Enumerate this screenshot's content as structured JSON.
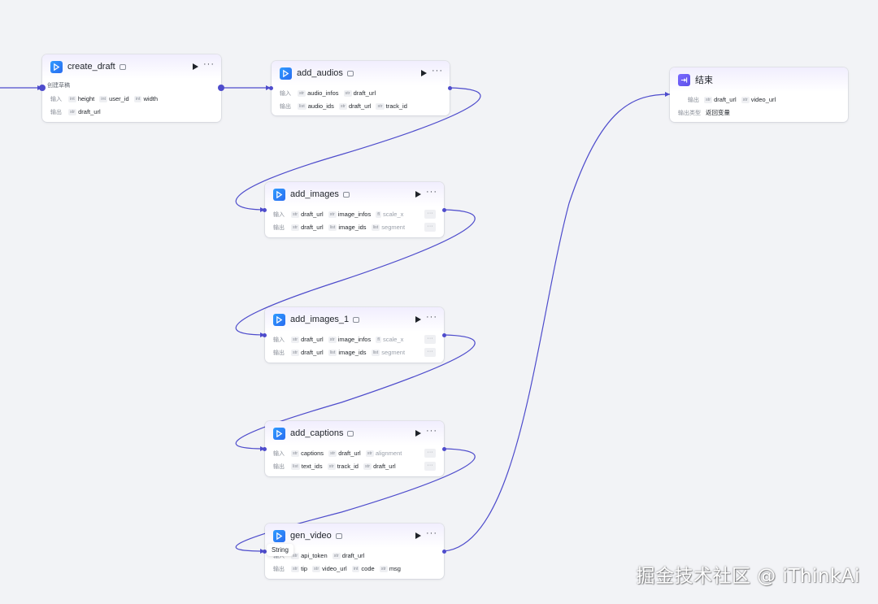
{
  "colors": {
    "edge": "#4e4ccc",
    "canvas": "#f2f3f6"
  },
  "labels": {
    "input": "输入",
    "output": "输出",
    "output_type": "输出类型"
  },
  "nodes": {
    "create_draft": {
      "title": "create_draft",
      "description": "创建草稿",
      "inputs": [
        {
          "type": "int",
          "name": "height"
        },
        {
          "type": "int",
          "name": "user_id"
        },
        {
          "type": "int",
          "name": "width"
        }
      ],
      "outputs": [
        {
          "type": "str",
          "name": "draft_url"
        }
      ]
    },
    "add_audios": {
      "title": "add_audios",
      "inputs": [
        {
          "type": "str",
          "name": "audio_infos"
        },
        {
          "type": "str",
          "name": "draft_url"
        }
      ],
      "outputs": [
        {
          "type": "list",
          "name": "audio_ids"
        },
        {
          "type": "str",
          "name": "draft_url"
        },
        {
          "type": "str",
          "name": "track_id"
        }
      ]
    },
    "add_images": {
      "title": "add_images",
      "inputs": [
        {
          "type": "str",
          "name": "draft_url"
        },
        {
          "type": "str",
          "name": "image_infos"
        },
        {
          "type": "fl",
          "name": "scale_x"
        }
      ],
      "outputs": [
        {
          "type": "str",
          "name": "draft_url"
        },
        {
          "type": "list",
          "name": "image_ids"
        },
        {
          "type": "list",
          "name": "segment"
        }
      ]
    },
    "add_images_1": {
      "title": "add_images_1",
      "inputs": [
        {
          "type": "str",
          "name": "draft_url"
        },
        {
          "type": "str",
          "name": "image_infos"
        },
        {
          "type": "fl",
          "name": "scale_x"
        }
      ],
      "outputs": [
        {
          "type": "str",
          "name": "draft_url"
        },
        {
          "type": "list",
          "name": "image_ids"
        },
        {
          "type": "list",
          "name": "segment"
        }
      ]
    },
    "add_captions": {
      "title": "add_captions",
      "inputs": [
        {
          "type": "str",
          "name": "captions"
        },
        {
          "type": "str",
          "name": "draft_url"
        },
        {
          "type": "str",
          "name": "alignment"
        }
      ],
      "outputs": [
        {
          "type": "list",
          "name": "text_ids"
        },
        {
          "type": "str",
          "name": "track_id"
        },
        {
          "type": "str",
          "name": "draft_url"
        }
      ]
    },
    "gen_video": {
      "title": "gen_video",
      "tooltip": "String",
      "inputs": [
        {
          "type": "str",
          "name": "api_token"
        },
        {
          "type": "str",
          "name": "draft_url"
        }
      ],
      "outputs": [
        {
          "type": "str",
          "name": "tip"
        },
        {
          "type": "str",
          "name": "video_url"
        },
        {
          "type": "int",
          "name": "code"
        },
        {
          "type": "str",
          "name": "msg"
        }
      ]
    },
    "end": {
      "title": "结束",
      "outputs": [
        {
          "type": "str",
          "name": "draft_url"
        },
        {
          "type": "str",
          "name": "video_url"
        }
      ],
      "output_type_value": "返回变量"
    }
  },
  "watermark": "掘金技术社区 @ iThinkAi"
}
